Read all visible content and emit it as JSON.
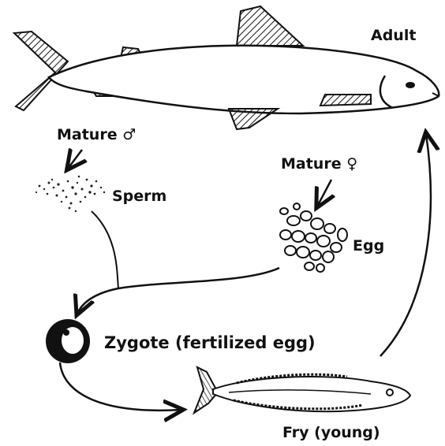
{
  "diagram": {
    "labels": {
      "adult": "Adult",
      "mature_male": "Mature ♂",
      "sperm": "Sperm",
      "mature_female": "Mature ♀",
      "egg": "Egg",
      "zygote": "Zygote (fertilized egg)",
      "fry": "Fry (young)"
    },
    "stages": [
      "Adult",
      "Mature ♂",
      "Sperm",
      "Mature ♀",
      "Egg",
      "Zygote (fertilized egg)",
      "Fry (young)"
    ]
  }
}
